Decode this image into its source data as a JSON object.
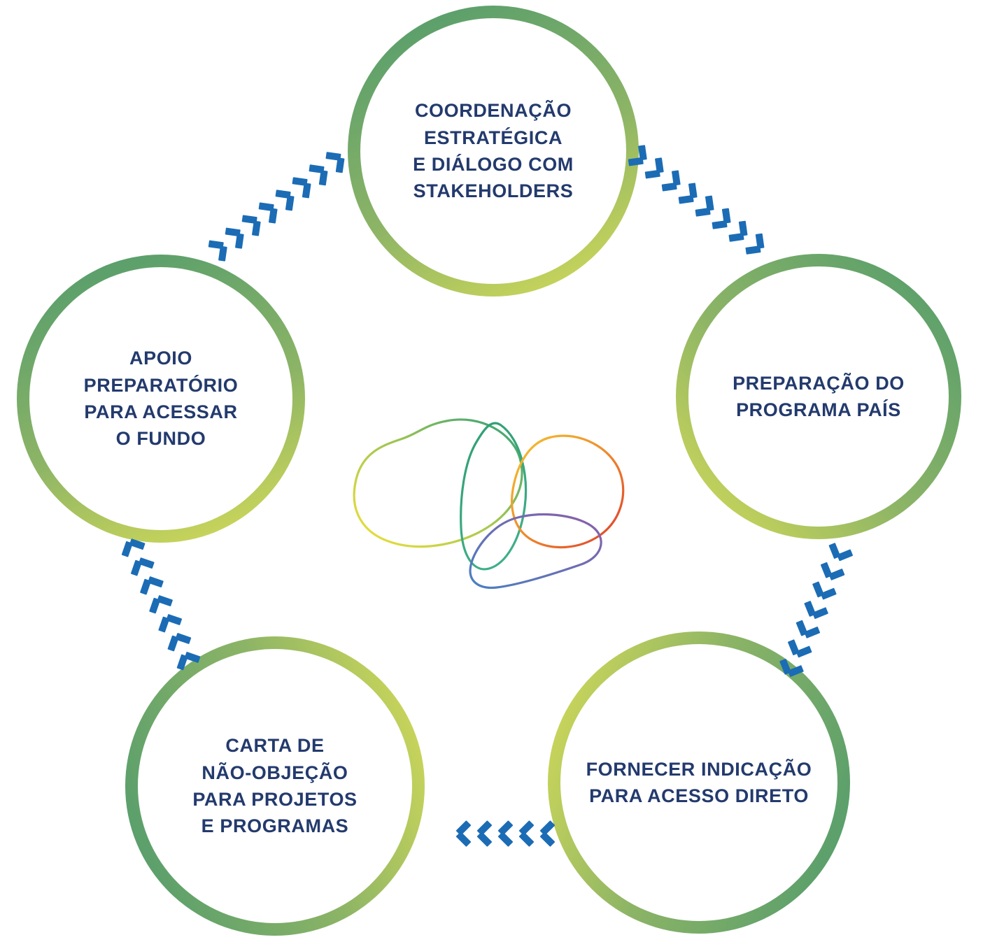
{
  "diagram": {
    "center_logo": "gcf-blob-logo",
    "colors": {
      "ring_green": "#4f9a6d",
      "ring_yellow": "#d9dd57",
      "arrow_blue": "#1b6cb5",
      "label_navy": "#233a6d",
      "logo_teal": "#2f9e72",
      "logo_yellow": "#f0e13a",
      "logo_orange": "#f3a52f",
      "logo_red": "#dd3b2e",
      "logo_blue": "#4a7fc1",
      "logo_purple": "#8a5fa8"
    },
    "nodes": {
      "top": {
        "label": "COORDENAÇÃO\nESTRATÉGICA\nE DIÁLOGO COM\nSTAKEHOLDERS"
      },
      "right": {
        "label": "PREPARAÇÃO DO\nPROGRAMA PAÍS"
      },
      "bottom_right": {
        "label": "FORNECER INDICAÇÃO\nPARA ACESSO DIRETO"
      },
      "bottom_left": {
        "label": "CARTA DE\nNÃO-OBJEÇÃO\nPARA PROJETOS\nE PROGRAMAS"
      },
      "left": {
        "label": "APOIO\nPREPARATÓRIO\nPARA ACESSAR\nO FUNDO"
      }
    }
  }
}
